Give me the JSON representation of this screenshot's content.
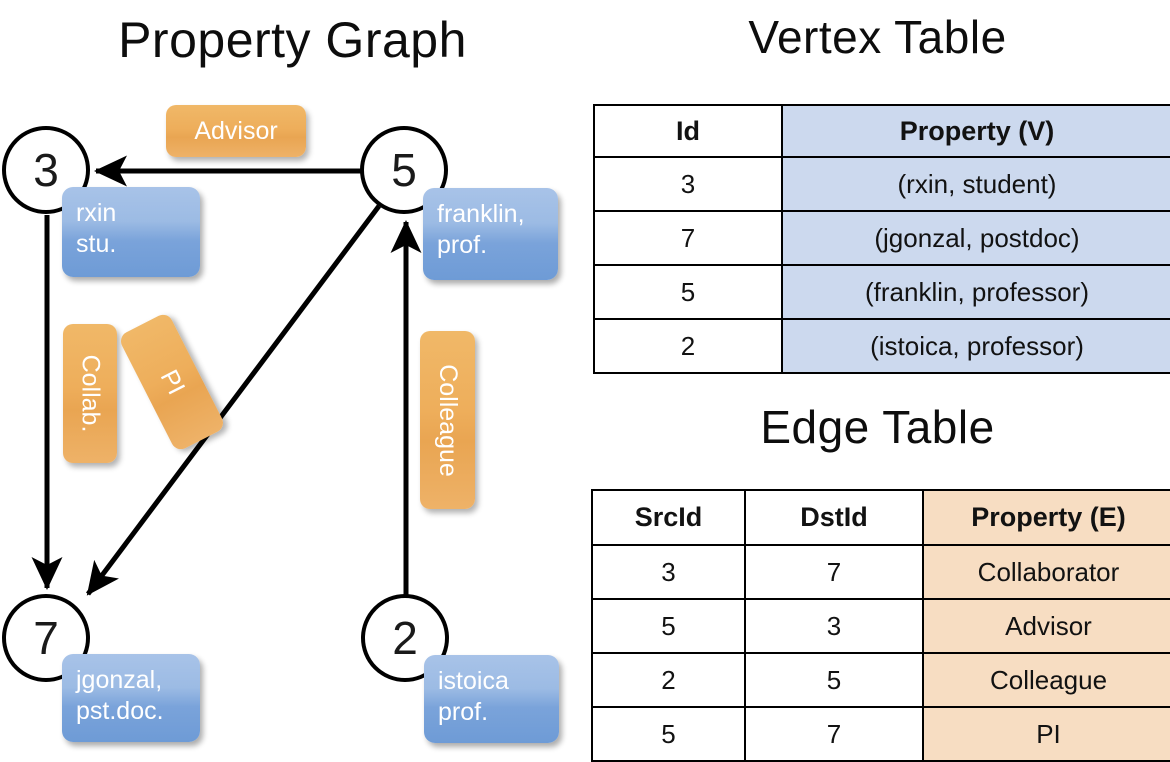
{
  "titles": {
    "property_graph": "Property Graph",
    "vertex_table": "Vertex Table",
    "edge_table": "Edge Table"
  },
  "graph": {
    "nodes": [
      {
        "id": "3",
        "property_line1": "rxin",
        "property_line2": "stu."
      },
      {
        "id": "5",
        "property_line1": "franklin,",
        "property_line2": "prof."
      },
      {
        "id": "7",
        "property_line1": "jgonzal,",
        "property_line2": "pst.doc."
      },
      {
        "id": "2",
        "property_line1": "istoica",
        "property_line2": "prof."
      }
    ],
    "edge_labels": [
      {
        "name": "advisor",
        "text": "Advisor"
      },
      {
        "name": "collab",
        "text": "Collab."
      },
      {
        "name": "pi",
        "text": "PI"
      },
      {
        "name": "colleague",
        "text": "Colleague"
      }
    ],
    "edges": [
      {
        "src": "5",
        "dst": "3",
        "label": "Advisor"
      },
      {
        "src": "3",
        "dst": "7",
        "label": "Collab."
      },
      {
        "src": "5",
        "dst": "7",
        "label": "PI"
      },
      {
        "src": "2",
        "dst": "5",
        "label": "Colleague"
      }
    ]
  },
  "vertex_table": {
    "headers": [
      "Id",
      "Property (V)"
    ],
    "rows": [
      {
        "id": "3",
        "property": "(rxin, student)"
      },
      {
        "id": "7",
        "property": "(jgonzal, postdoc)"
      },
      {
        "id": "5",
        "property": "(franklin, professor)"
      },
      {
        "id": "2",
        "property": "(istoica, professor)"
      }
    ]
  },
  "edge_table": {
    "headers": [
      "SrcId",
      "DstId",
      "Property (E)"
    ],
    "rows": [
      {
        "src": "3",
        "dst": "7",
        "property": "Collaborator"
      },
      {
        "src": "5",
        "dst": "3",
        "property": "Advisor"
      },
      {
        "src": "2",
        "dst": "5",
        "property": "Colleague"
      },
      {
        "src": "5",
        "dst": "7",
        "property": "PI"
      }
    ]
  },
  "colors": {
    "vertex_property_fill": "#ccd9ee",
    "edge_property_fill": "#f7ddc2",
    "node_callout_blue": "#7aa3da",
    "edge_label_orange": "#eeae5b",
    "stroke": "#000000"
  }
}
